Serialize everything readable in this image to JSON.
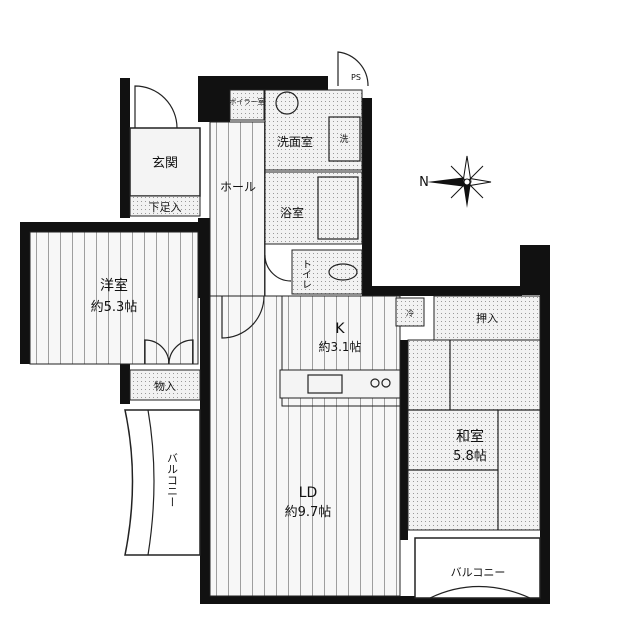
{
  "rooms": {
    "entrance": "玄関",
    "shoe_storage": "下足入",
    "hall": "ホール",
    "boiler": "ボイラー室",
    "pipe_space": "PS",
    "washroom": "洗面室",
    "washer": "洗",
    "bathroom": "浴室",
    "toilet": "トイレ",
    "western_room": "洋室",
    "western_room_size": "約5.3帖",
    "closet": "物入",
    "balcony_left": "バルコニー",
    "kitchen": "K",
    "kitchen_size": "約3.1帖",
    "living_dining": "LD",
    "living_dining_size": "約9.7帖",
    "japanese_room": "和室",
    "japanese_room_size": "5.8帖",
    "oshiire": "押入",
    "balcony_bottom": "バルコニー",
    "fridge": "冷"
  },
  "compass": {
    "north_label": "N"
  }
}
